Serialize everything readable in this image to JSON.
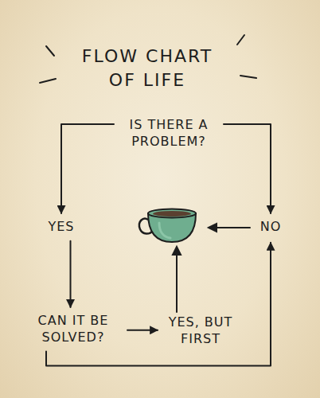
{
  "diagram": {
    "title": "FLOW CHART OF LIFE",
    "nodes": [
      {
        "text": [
          "IS THERE A PROBLEM?"
        ]
      },
      {
        "text": [
          "YES"
        ]
      },
      {
        "text": [
          "NO"
        ]
      },
      {
        "text": [
          "CAN IT BE SOLVED?"
        ]
      },
      {
        "text": [
          "YES, BUT FIRST"
        ]
      }
    ],
    "edges": [
      {
        "from": 0,
        "to": 1,
        "arrow": "to"
      },
      {
        "from": 0,
        "to": 2,
        "arrow": "to"
      },
      {
        "from": 1,
        "to": 3,
        "arrow": "to"
      },
      {
        "from": 3,
        "to": 4,
        "arrow": "to"
      },
      {
        "from": 3,
        "to": 2,
        "arrow": "to"
      }
    ]
  }
}
